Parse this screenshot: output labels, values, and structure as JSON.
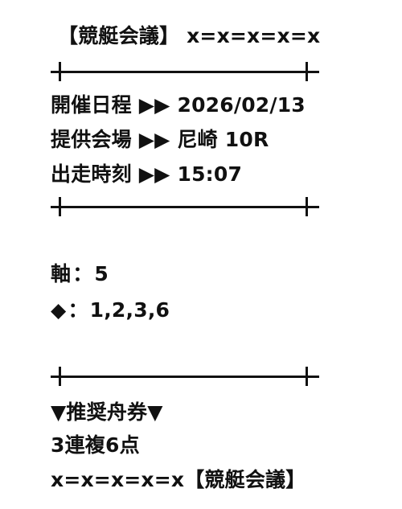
{
  "header": {
    "bracket_title": "【競艇会議】",
    "handle": "x=x=x=x=x"
  },
  "details": [
    {
      "label": "開催日程",
      "arrow": "▶▶",
      "value": "2026/02/13"
    },
    {
      "label": "提供会場",
      "arrow": "▶▶",
      "value": "尼崎 10R"
    },
    {
      "label": "出走時刻",
      "arrow": "▶▶",
      "value": "15:07"
    }
  ],
  "prediction": {
    "axis_label": "軸",
    "axis_sep": "：",
    "axis_value": "5",
    "box_mark": "◆",
    "box_sep": "：",
    "box_value": "1,2,3,6"
  },
  "recommend": {
    "title": "▼推奨舟券▼",
    "ticket": "3連複6点"
  },
  "footer": {
    "handle": "x=x=x=x=x",
    "bracket_title": "【競艇会議】"
  }
}
